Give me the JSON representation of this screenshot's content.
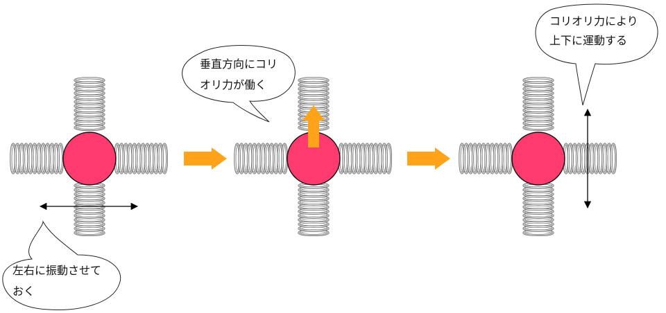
{
  "colors": {
    "mass": "#ff3a6e",
    "mass_outline": "#111111",
    "spring": "#bdbdbd",
    "spring_highlight": "#ffffff",
    "spring_outline": "#666666",
    "flow_arrow": "#ffa31a",
    "motion_arrow": "#000000",
    "bubble_fill": "#ffffff",
    "bubble_stroke": "#222222"
  },
  "icons": {
    "mass": "pink-circle-mass",
    "spring": "coil-spring",
    "flow_arrow": "orange-block-arrow",
    "motion_arrow": "double-headed-arrow",
    "coriolis_arrow": "orange-up-arrow"
  },
  "stages": [
    {
      "id": "stage-1",
      "motion": "horizontal",
      "callout": {
        "lines": [
          "左右に振動させて",
          "おく"
        ]
      }
    },
    {
      "id": "stage-2",
      "motion": "coriolis-force-up",
      "callout": {
        "lines": [
          "垂直方向にコリ",
          "オリ力が働く"
        ]
      }
    },
    {
      "id": "stage-3",
      "motion": "vertical",
      "callout": {
        "lines": [
          "コリオリ力により",
          "上下に運動する"
        ]
      }
    }
  ]
}
